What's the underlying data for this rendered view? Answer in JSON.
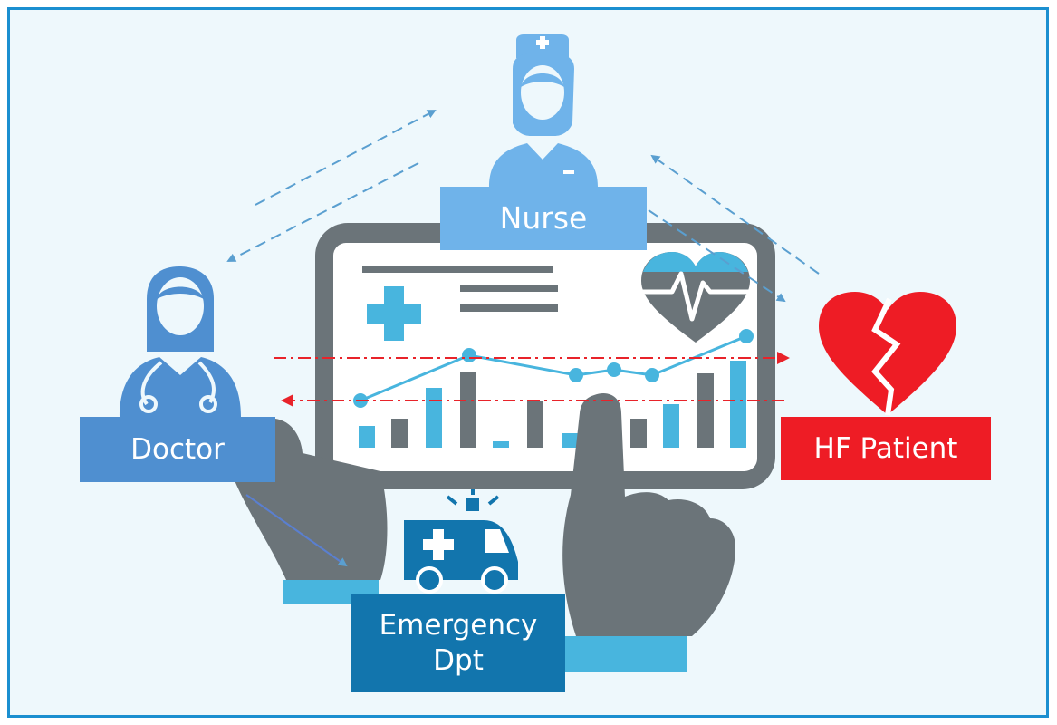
{
  "nodes": {
    "nurse": "Nurse",
    "doctor": "Doctor",
    "hf_patient": "HF Patient",
    "emergency_line1": "Emergency",
    "emergency_line2": "Dpt"
  },
  "colors": {
    "frame_border": "#1b8fd0",
    "background": "#eef8fc",
    "nurse": "#6fb3ea",
    "doctor": "#4f8fd0",
    "hf_patient": "#ee1c25",
    "emergency": "#1275ad",
    "tablet_gray": "#6b7479",
    "cyan": "#48b5de"
  },
  "icons": [
    "nurse-icon",
    "doctor-icon",
    "tablet-icon",
    "medical-cross-icon",
    "heartbeat-heart-icon",
    "broken-heart-icon",
    "ambulance-icon",
    "left-hand-icon",
    "pointing-hand-icon"
  ]
}
